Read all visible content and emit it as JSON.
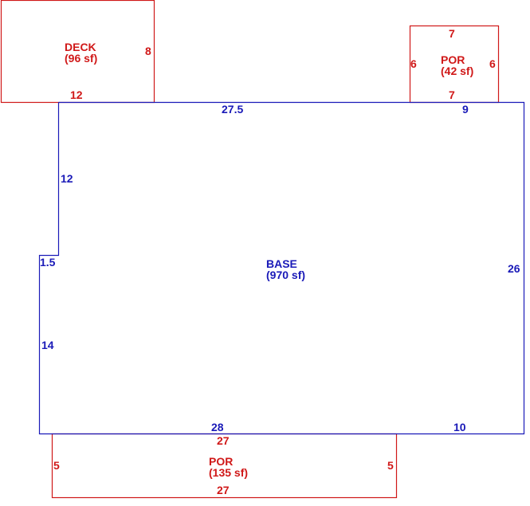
{
  "colors": {
    "base": "#1a1ab8",
    "addition": "#d01818",
    "background": "#ffffff"
  },
  "base": {
    "name": "BASE",
    "area": "(970 sf)",
    "dims": {
      "top_left": "27.5",
      "top_right": "9",
      "right": "26",
      "bottom_left": "28",
      "bottom_right": "10",
      "left_lower": "14",
      "step": "1.5",
      "left_upper": "12"
    }
  },
  "deck": {
    "name": "DECK",
    "area": "(96 sf)",
    "dims": {
      "right": "8",
      "bottom": "12"
    }
  },
  "por_top": {
    "name": "POR",
    "area": "(42 sf)",
    "dims": {
      "top": "7",
      "left": "6",
      "right": "6",
      "bottom": "7"
    }
  },
  "por_bottom": {
    "name": "POR",
    "area": "(135 sf)",
    "dims": {
      "top": "27",
      "left": "5",
      "right": "5",
      "bottom": "27"
    }
  }
}
